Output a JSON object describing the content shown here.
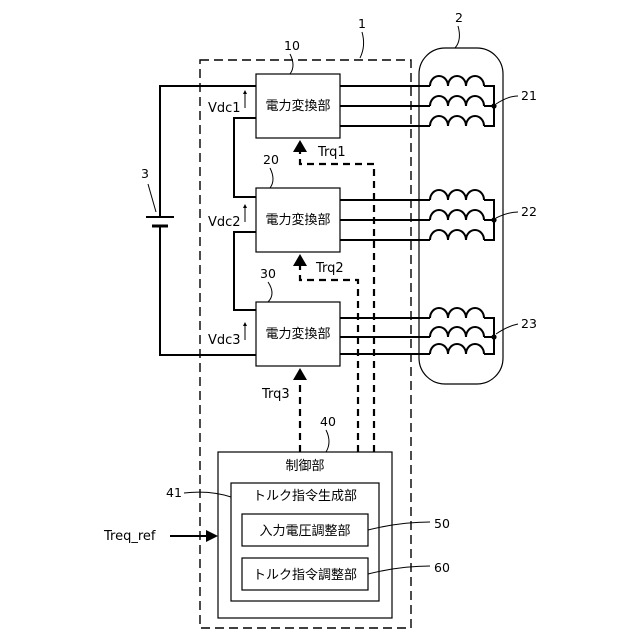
{
  "refs": {
    "system": "1",
    "motor": "2",
    "battery": "3",
    "conv1": "10",
    "conv2": "20",
    "conv3": "30",
    "controller": "40",
    "torque_gen": "41",
    "input_adjust": "50",
    "torque_adjust": "60",
    "winding1": "21",
    "winding2": "22",
    "winding3": "23"
  },
  "labels": {
    "converter": "電力変換部",
    "controller": "制御部",
    "torque_gen": "トルク指令生成部",
    "input_adjust": "入力電圧調整部",
    "torque_adjust": "トルク指令調整部"
  },
  "signals": {
    "vdc1": "Vdc1",
    "vdc2": "Vdc2",
    "vdc3": "Vdc3",
    "trq1": "Trq1",
    "trq2": "Trq2",
    "trq3": "Trq3",
    "treq_ref": "Treq_ref"
  }
}
